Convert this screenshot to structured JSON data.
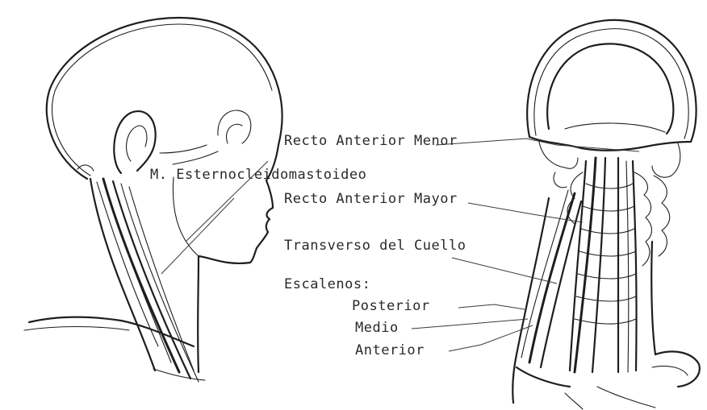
{
  "labels": {
    "recto_anterior_menor": "Recto Anterior Menor",
    "esternocleidomastoideo": "M. Esternocleidomastoideo",
    "recto_anterior_mayor": "Recto Anterior Mayor",
    "transverso_del_cuello": "Transverso del Cuello",
    "escalenos": "Escalenos:",
    "posterior": "Posterior",
    "medio": "Medio",
    "anterior": "Anterior"
  }
}
